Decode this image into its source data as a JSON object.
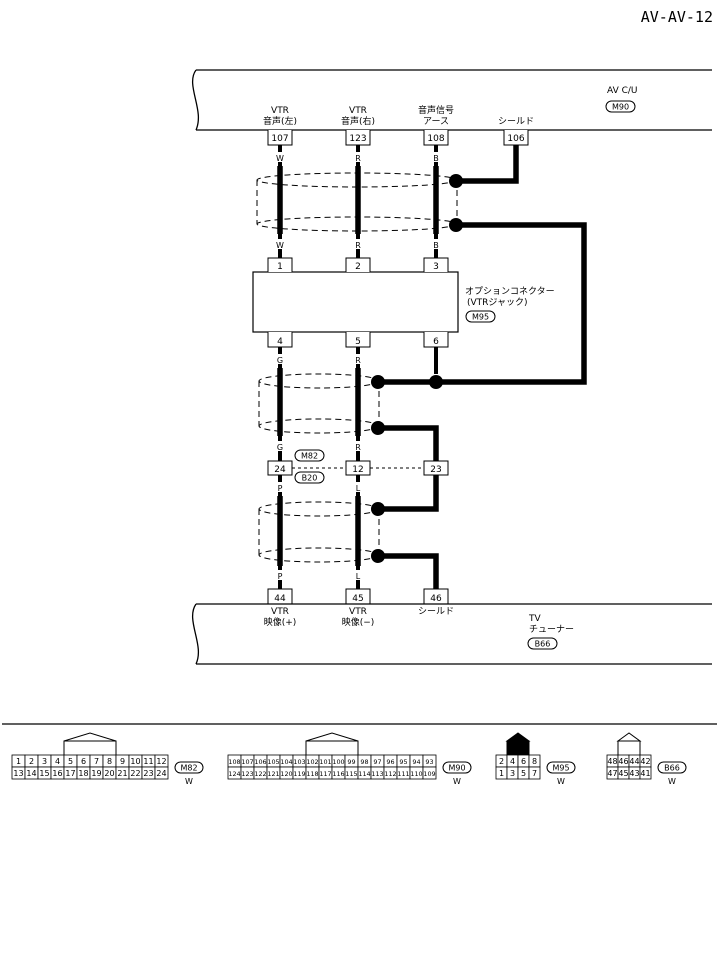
{
  "page_code": "AV-AV-12",
  "top_unit": {
    "name": "AV C/U",
    "connector": "M90",
    "pins": [
      {
        "num": "107",
        "label1": "VTR",
        "label2": "音声(左)",
        "wire": "W"
      },
      {
        "num": "123",
        "label1": "VTR",
        "label2": "音声(右)",
        "wire": "R"
      },
      {
        "num": "108",
        "label1": "音声信号",
        "label2": "アース",
        "wire": "B"
      },
      {
        "num": "106",
        "label1": "",
        "label2": "シールド",
        "wire": ""
      }
    ]
  },
  "option_connector": {
    "name1": "オプションコネクター",
    "name2": "(VTRジャック)",
    "connector": "M95",
    "top_pins": [
      {
        "num": "1",
        "wire": "W"
      },
      {
        "num": "2",
        "wire": "R"
      },
      {
        "num": "3",
        "wire": "B"
      }
    ],
    "bottom_pins": [
      {
        "num": "4",
        "wire": "G"
      },
      {
        "num": "5",
        "wire": "R"
      },
      {
        "num": "6",
        "wire": ""
      }
    ]
  },
  "junction": {
    "connector_top": "M82",
    "connector_bottom": "B20",
    "pins": [
      {
        "num": "24",
        "wire_above": "G",
        "wire_below": "P"
      },
      {
        "num": "12",
        "wire_above": "R",
        "wire_below": "L"
      },
      {
        "num": "23",
        "wire_above": "",
        "wire_below": ""
      }
    ]
  },
  "bottom_unit": {
    "name1": "TV",
    "name2": "チューナー",
    "connector": "B66",
    "pins": [
      {
        "num": "44",
        "label1": "VTR",
        "label2": "映像(+)",
        "wire": "P"
      },
      {
        "num": "45",
        "label1": "VTR",
        "label2": "映像(−)",
        "wire": "L"
      },
      {
        "num": "46",
        "label1": "",
        "label2": "シールド",
        "wire": ""
      }
    ]
  },
  "connector_views": [
    {
      "id": "M82",
      "color": "W",
      "cols": 12,
      "small": false,
      "tab": "outline",
      "row1": [
        "1",
        "2",
        "3",
        "4",
        "5",
        "6",
        "7",
        "8",
        "9",
        "10",
        "11",
        "12"
      ],
      "row2": [
        "13",
        "14",
        "15",
        "16",
        "17",
        "18",
        "19",
        "20",
        "21",
        "22",
        "23",
        "24"
      ]
    },
    {
      "id": "M90",
      "color": "W",
      "cols": 16,
      "small": true,
      "tab": "outline",
      "row1": [
        "108",
        "107",
        "106",
        "105",
        "104",
        "103",
        "102",
        "101",
        "100",
        "99",
        "98",
        "97",
        "96",
        "95",
        "94",
        "93"
      ],
      "row2": [
        "124",
        "123",
        "122",
        "121",
        "120",
        "119",
        "118",
        "117",
        "116",
        "115",
        "114",
        "113",
        "112",
        "111",
        "110",
        "109"
      ]
    },
    {
      "id": "M95",
      "color": "W",
      "cols": 4,
      "small": false,
      "tab": "filled",
      "row1": [
        "2",
        "4",
        "6",
        "8"
      ],
      "row2": [
        "1",
        "3",
        "5",
        "7"
      ]
    },
    {
      "id": "B66",
      "color": "W",
      "cols": 4,
      "small": false,
      "tab": "outline",
      "row1": [
        "48",
        "46",
        "44",
        "42"
      ],
      "row2": [
        "47",
        "45",
        "43",
        "41"
      ]
    }
  ]
}
